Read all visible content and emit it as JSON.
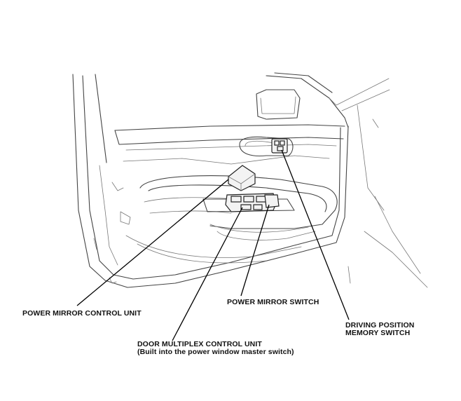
{
  "diagram": {
    "callouts": {
      "power_mirror_control_unit": "POWER MIRROR CONTROL UNIT",
      "power_mirror_switch": "POWER MIRROR SWITCH",
      "driving_position_memory_switch_line1": "DRIVING POSITION",
      "driving_position_memory_switch_line2": "MEMORY SWITCH",
      "door_multiplex_control_unit_line1": "DOOR MULTIPLEX CONTROL UNIT",
      "door_multiplex_control_unit_line2": "(Built into the power window master switch)"
    },
    "colors": {
      "line_art": "#444444",
      "leader_lines": "#000000",
      "background": "#ffffff"
    }
  }
}
